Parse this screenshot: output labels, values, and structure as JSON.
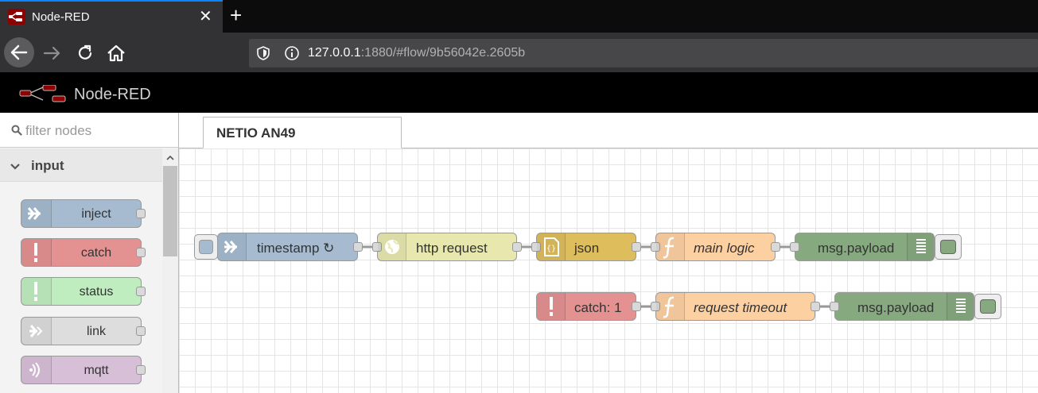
{
  "browser": {
    "tab_title": "Node-RED",
    "tab_close": "✕",
    "new_tab": "+",
    "url_host": "127.0.0.1",
    "url_rest": ":1880/#flow/9b56042e.2605b"
  },
  "header": {
    "title": "Node-RED"
  },
  "palette": {
    "filter_placeholder": "filter nodes",
    "category": "input",
    "nodes": [
      {
        "label": "inject",
        "color": "#a6bbcf",
        "icon": "arrow-in-icon"
      },
      {
        "label": "catch",
        "color": "#e49191",
        "icon": "alert-icon"
      },
      {
        "label": "status",
        "color": "#c0edc0",
        "icon": "alert-icon"
      },
      {
        "label": "link",
        "color": "#dddddd",
        "icon": "link-in-icon"
      },
      {
        "label": "mqtt",
        "color": "#d8bfd8",
        "icon": "bridge-icon"
      }
    ]
  },
  "workspace": {
    "tab": "NETIO AN49",
    "nodes": {
      "timestamp": {
        "label": "timestamp ↻",
        "color": "#a6bbcf"
      },
      "http_request": {
        "label": "http request",
        "color": "#e7e7ae"
      },
      "json": {
        "label": "json",
        "color": "#debd5c"
      },
      "main_logic": {
        "label": "main logic",
        "color": "#fdd0a2"
      },
      "debug1": {
        "label": "msg.payload",
        "color": "#87a980"
      },
      "catch": {
        "label": "catch: 1",
        "color": "#e49191"
      },
      "request_timeout": {
        "label": "request timeout",
        "color": "#fdd0a2"
      },
      "debug2": {
        "label": "msg.payload",
        "color": "#87a980"
      }
    }
  }
}
